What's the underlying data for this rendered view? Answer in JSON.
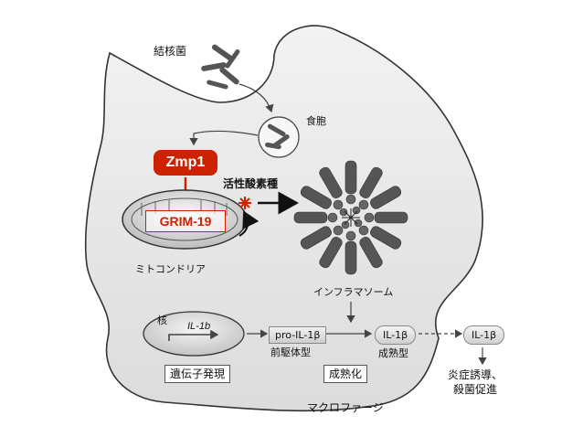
{
  "labels": {
    "tuberculosis": "結核菌",
    "phagosome": "食胞",
    "zmp1": "Zmp1",
    "ros": "活性酸素種",
    "grim19": "GRIM-19",
    "mitochondria": "ミトコンドリア",
    "inflammasome": "インフラマソーム",
    "nucleus": "核",
    "il1b_gene": "IL-1b",
    "pro_il1b": "pro-IL-1β",
    "precursor": "前駆体型",
    "il1b_mature": "IL-1β",
    "mature": "成熟型",
    "il1b_secreted": "IL-1β",
    "gene_expression": "遺伝子発現",
    "maturation": "成熟化",
    "inflammation_line1": "炎症誘導、",
    "inflammation_line2": "殺菌促進",
    "macrophage": "マクロファージ"
  },
  "colors": {
    "zmp1_red": "#cc2200",
    "cell_fill": "#e8e8e8",
    "rod": "#555555"
  }
}
